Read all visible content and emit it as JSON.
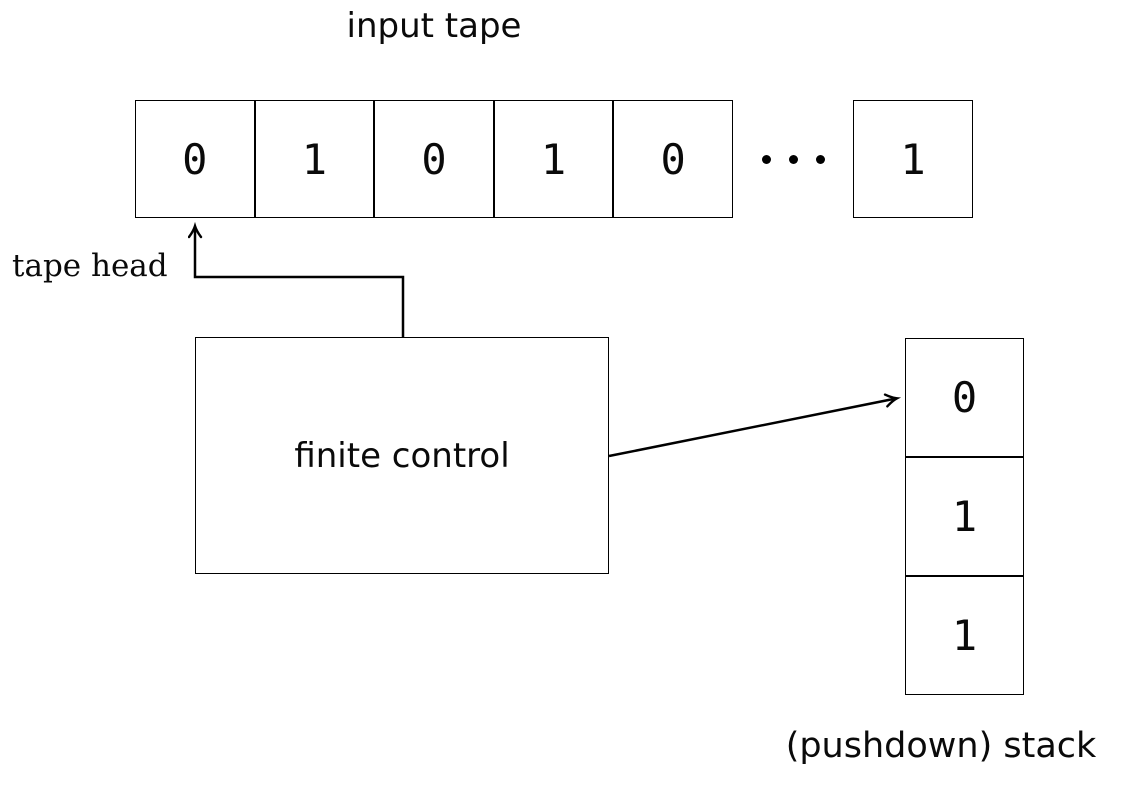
{
  "diagram": {
    "title": "input tape",
    "tape": {
      "cells": [
        "0",
        "1",
        "0",
        "1",
        "0"
      ],
      "ellipsis": "· · ·",
      "last_cell": "1"
    },
    "tape_head": {
      "label": "tape head"
    },
    "finite_control": {
      "label": "finite control"
    },
    "stack": {
      "cells": [
        "0",
        "1",
        "1"
      ],
      "label": "(pushdown) stack"
    },
    "colors": {
      "line": "#000000",
      "background": "#ffffff",
      "text": "#0a0a0a"
    }
  }
}
